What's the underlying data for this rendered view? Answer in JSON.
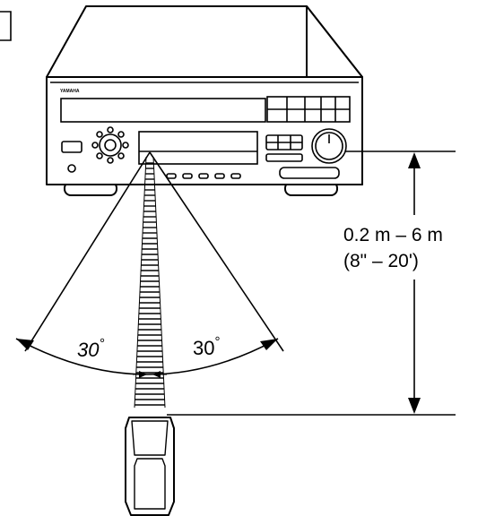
{
  "device": {
    "brand": "YAMAHA"
  },
  "range": {
    "line1": "0.2 m – 6 m",
    "line2": "(8\" – 20')"
  },
  "angles": {
    "left": "30",
    "right": "30",
    "unit": "°"
  }
}
